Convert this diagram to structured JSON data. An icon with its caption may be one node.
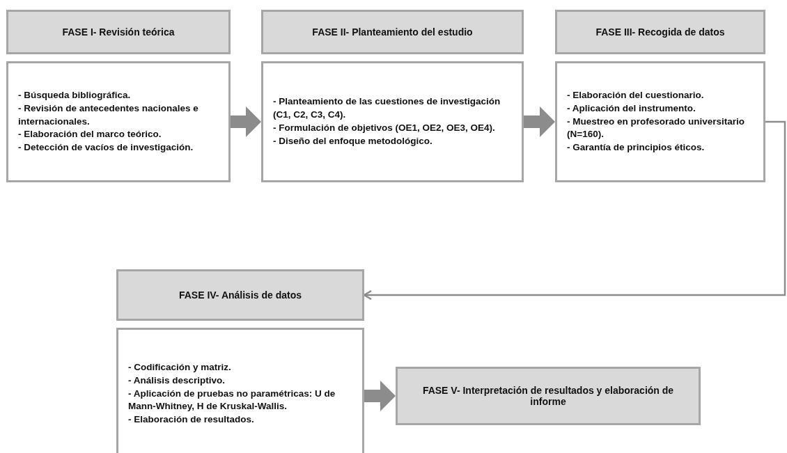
{
  "diagram": {
    "nodes": [
      {
        "text": [
          "FASE I- Revisión teórica"
        ]
      },
      {
        "text": [
          "- Búsqueda bibliográfica.",
          "- Revisión de antecedentes nacionales e internacionales.",
          "- Elaboración del marco teórico.",
          "- Detección de vacíos de investigación."
        ]
      },
      {
        "text": [
          "FASE II- Planteamiento del estudio"
        ]
      },
      {
        "text": [
          "- Planteamiento de las cuestiones de investigación (C1, C2, C3, C4).",
          "- Formulación de objetivos (OE1, OE2, OE3, OE4).",
          "- Diseño del enfoque metodológico."
        ]
      },
      {
        "text": [
          "FASE III- Recogida de datos"
        ]
      },
      {
        "text": [
          "- Elaboración del cuestionario.",
          "- Aplicación del instrumento.",
          "- Muestreo en profesorado universitario (N=160).",
          "- Garantía de principios éticos."
        ]
      },
      {
        "text": [
          "FASE IV- Análisis de datos"
        ]
      },
      {
        "text": [
          "- Codificación y matriz.",
          "- Análisis descriptivo.",
          "- Aplicación de pruebas no paramétricas: U de Mann-Whitney, H de Kruskal-Wallis.",
          "- Elaboración de resultados."
        ]
      },
      {
        "text": [
          "FASE V- Interpretación de resultados y elaboración de informe"
        ]
      }
    ],
    "edges": [
      {
        "from": 1,
        "to": 3,
        "arrow": "to",
        "style": "thick"
      },
      {
        "from": 3,
        "to": 5,
        "arrow": "to",
        "style": "thick"
      },
      {
        "from": 5,
        "to": 6,
        "arrow": "to"
      },
      {
        "from": 7,
        "to": 8,
        "arrow": "to",
        "style": "thick"
      }
    ]
  }
}
